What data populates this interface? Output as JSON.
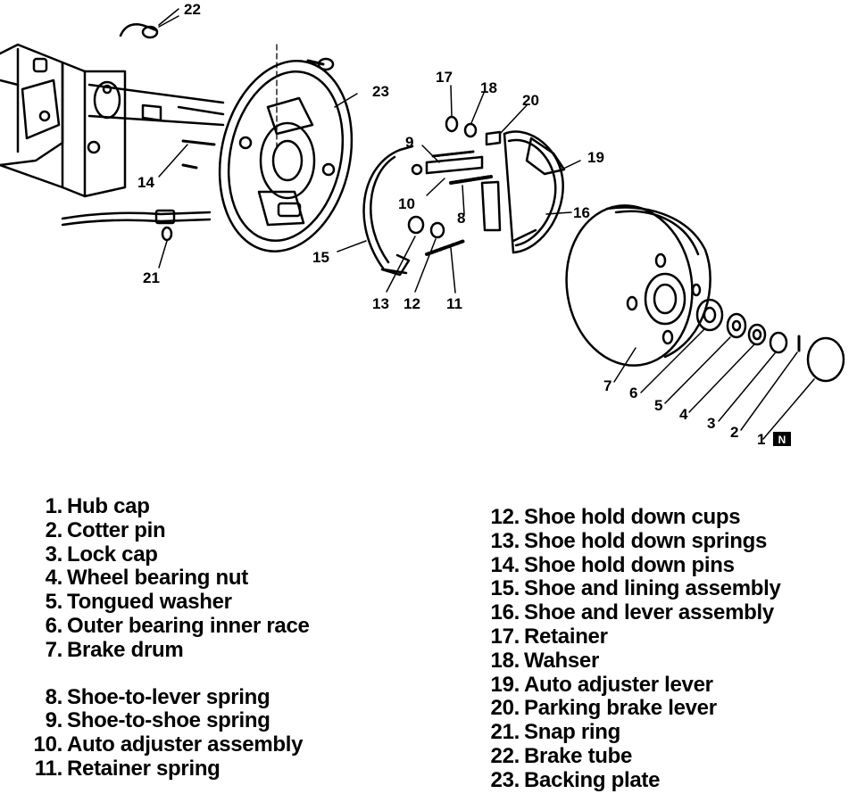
{
  "callouts": {
    "c1": "1",
    "c2": "2",
    "c3": "3",
    "c4": "4",
    "c5": "5",
    "c6": "6",
    "c7": "7",
    "c8": "8",
    "c9": "9",
    "c10": "10",
    "c11": "11",
    "c12": "12",
    "c13": "13",
    "c14": "14",
    "c15": "15",
    "c16": "16",
    "c17": "17",
    "c18": "18",
    "c19": "19",
    "c20": "20",
    "c21": "21",
    "c22": "22",
    "c23": "23",
    "front_marker": "N"
  },
  "legend": {
    "left": [
      {
        "num": "1.",
        "label": "Hub cap"
      },
      {
        "num": "2.",
        "label": "Cotter pin"
      },
      {
        "num": "3.",
        "label": "Lock cap"
      },
      {
        "num": "4.",
        "label": "Wheel bearing nut"
      },
      {
        "num": "5.",
        "label": "Tongued washer"
      },
      {
        "num": "6.",
        "label": "Outer bearing inner race"
      },
      {
        "num": "7.",
        "label": "Brake drum"
      },
      {
        "num": "8.",
        "label": "Shoe-to-lever spring"
      },
      {
        "num": "9.",
        "label": "Shoe-to-shoe spring"
      },
      {
        "num": "10.",
        "label": "Auto adjuster assembly"
      },
      {
        "num": "11.",
        "label": "Retainer spring"
      }
    ],
    "right": [
      {
        "num": "12.",
        "label": "Shoe hold down cups"
      },
      {
        "num": "13.",
        "label": "Shoe hold down springs"
      },
      {
        "num": "14.",
        "label": "Shoe hold down pins"
      },
      {
        "num": "15.",
        "label": "Shoe and lining assembly"
      },
      {
        "num": "16.",
        "label": "Shoe and lever assembly"
      },
      {
        "num": "17.",
        "label": "Retainer"
      },
      {
        "num": "18.",
        "label": "Wahser"
      },
      {
        "num": "19.",
        "label": "Auto adjuster lever"
      },
      {
        "num": "20.",
        "label": "Parking brake lever"
      },
      {
        "num": "21.",
        "label": "Snap ring"
      },
      {
        "num": "22.",
        "label": "Brake tube"
      },
      {
        "num": "23.",
        "label": "Backing plate"
      }
    ]
  }
}
